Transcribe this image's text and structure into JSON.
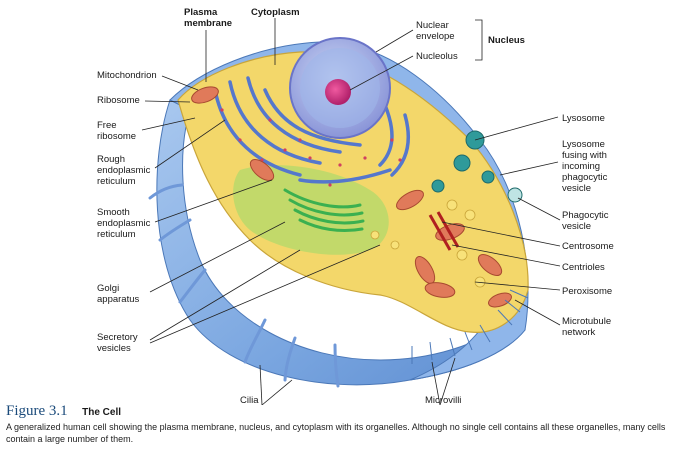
{
  "labels": {
    "plasma_membrane": [
      "Plasma",
      "membrane"
    ],
    "cytoplasm": "Cytoplasm",
    "nuclear_envelope": [
      "Nuclear",
      "envelope"
    ],
    "nucleolus": "Nucleolus",
    "nucleus": "Nucleus",
    "mitochondrion": "Mitochondrion",
    "ribosome": "Ribosome",
    "free_ribosome": [
      "Free",
      "ribosome"
    ],
    "rough_er": [
      "Rough",
      "endoplasmic",
      "reticulum"
    ],
    "smooth_er": [
      "Smooth",
      "endoplasmic",
      "reticulum"
    ],
    "golgi": [
      "Golgi",
      "apparatus"
    ],
    "secretory_vesicles": [
      "Secretory",
      "vesicles"
    ],
    "lysosome": "Lysosome",
    "lysosome_fusing": [
      "Lysosome",
      "fusing with",
      "incoming",
      "phagocytic",
      "vesicle"
    ],
    "phagocytic_vesicle": [
      "Phagocytic",
      "vesicle"
    ],
    "centrosome": "Centrosome",
    "centrioles": "Centrioles",
    "peroxisome": "Peroxisome",
    "microtubule_network": [
      "Microtubule",
      "network"
    ],
    "cilia": "Cilia",
    "microvilli": "Microvilli"
  },
  "caption": {
    "figure_number": "Figure 3.1",
    "title": "The Cell",
    "text": "A generalized human cell showing the plasma membrane, nucleus, and cytoplasm with its organelles. Although no single cell contains all these organelles, many cells contain a large number of them."
  }
}
